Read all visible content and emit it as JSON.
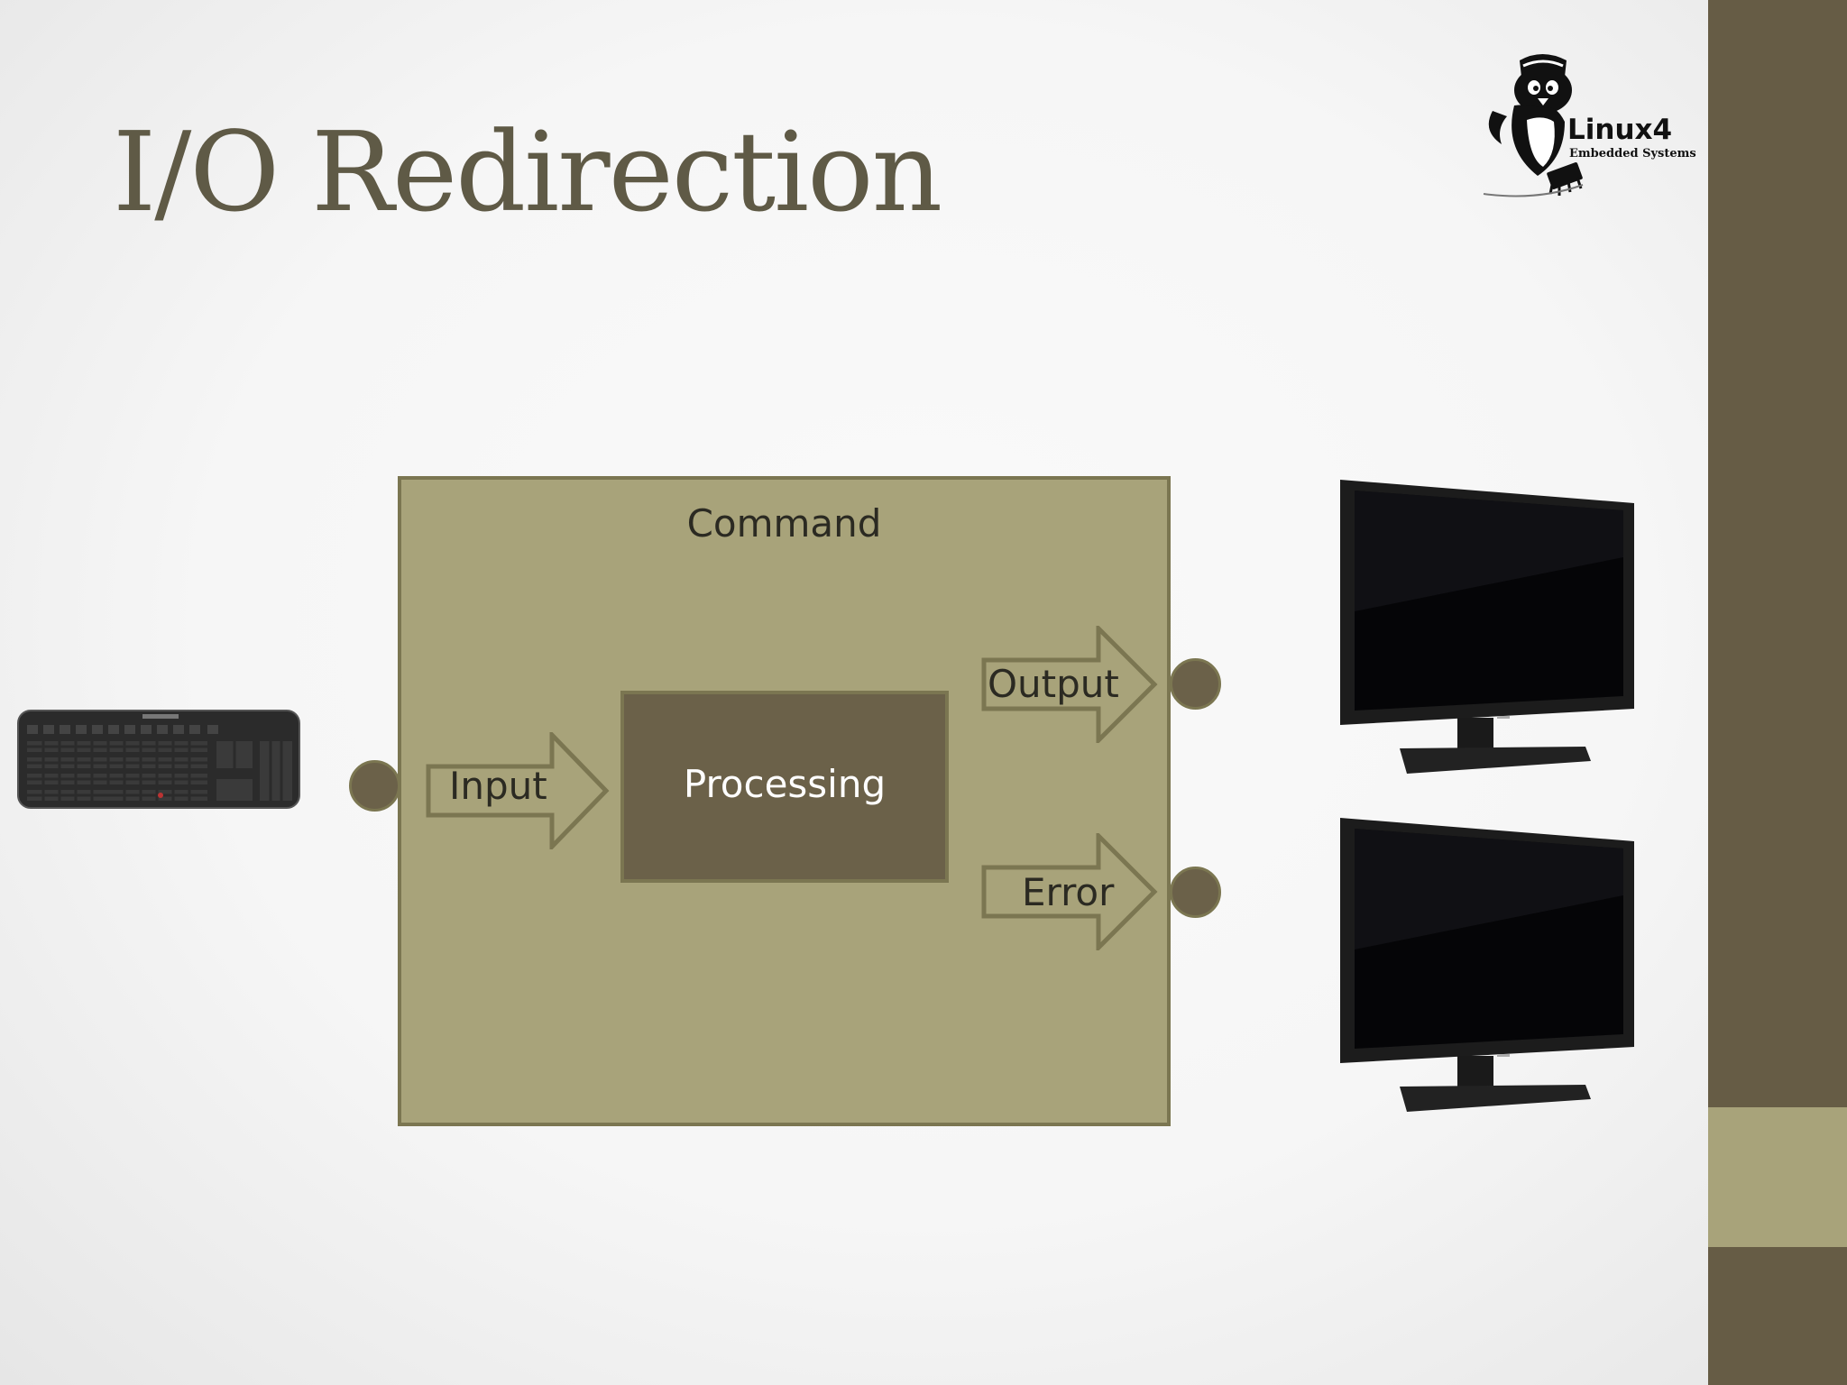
{
  "slide": {
    "title": "I/O Redirection",
    "logo": {
      "name": "Linux4",
      "subtitle": "Embedded Systems"
    }
  },
  "diagram": {
    "command_label": "Command",
    "processing_label": "Processing",
    "input_label": "Input",
    "output_label": "Output",
    "error_label": "Error"
  },
  "colors": {
    "accent_dark": "#665c45",
    "accent_light": "#a8a37a",
    "title_text": "#5f5a46"
  },
  "icons": [
    "keyboard-icon",
    "monitor-icon",
    "penguin-logo-icon"
  ]
}
